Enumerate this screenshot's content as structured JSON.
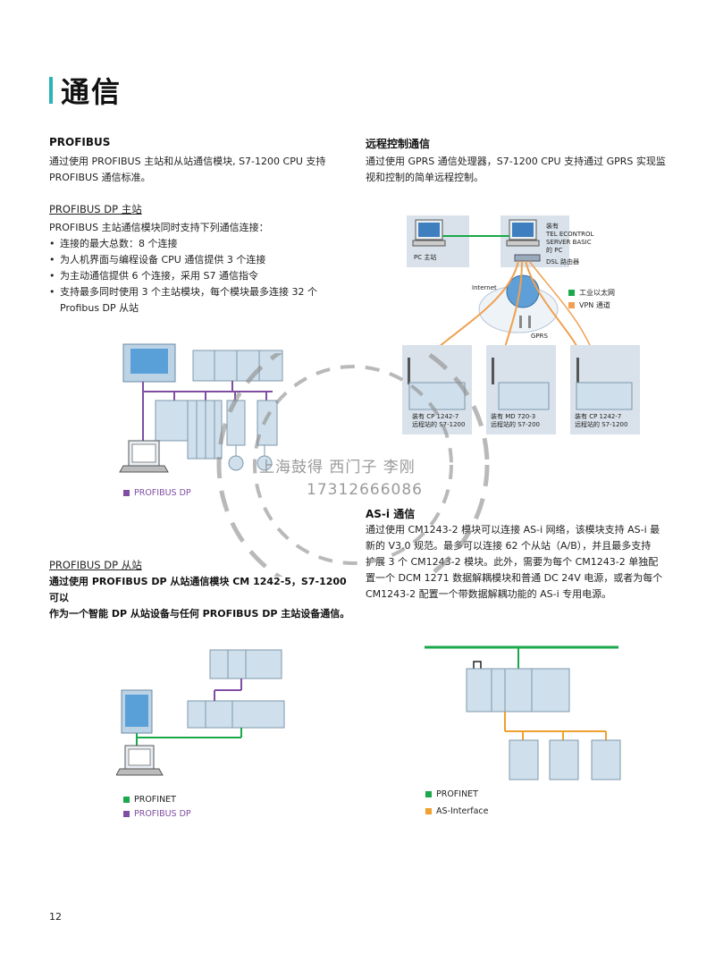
{
  "page": {
    "title": "通信",
    "page_number": "12"
  },
  "profibus": {
    "heading": "PROFIBUS",
    "intro_1": "通过使用 PROFIBUS 主站和从站通信模块, S7-1200 CPU 支持",
    "intro_2": "PROFIBUS 通信标准。",
    "master_heading": "PROFIBUS DP 主站",
    "master_lead": "PROFIBUS 主站通信模块同时支持下列通信连接：",
    "bullets": [
      "连接的最大总数：8 个连接",
      "为人机界面与编程设备 CPU 通信提供 3 个连接",
      "为主动通信提供 6 个连接，采用 S7 通信指令",
      "支持最多同时使用 3 个主站模块，每个模块最多连接 32 个"
    ],
    "bullet_continuation": "Profibus DP 从站",
    "legend_dp": "PROFIBUS DP",
    "slave_heading": "PROFIBUS DP 从站",
    "slave_text_1": "通过使用 PROFIBUS DP 从站通信模块 CM 1242-5，S7-1200 可以",
    "slave_text_2": "作为一个智能 DP 从站设备与任何 PROFIBUS DP 主站设备通信。",
    "legend_profinet": "PROFINET",
    "legend_dp2": "PROFIBUS DP"
  },
  "remote": {
    "heading": "远程控制通信",
    "text_1": "通过使用 GPRS 通信处理器，S7-1200 CPU 支持通过 GPRS 实现监",
    "text_2": "视和控制的简单远程控制。",
    "pc_master": "PC 主站",
    "server_label": "装有\nTEL ECONTROL\nSERVER BASIC\n的 PC",
    "dsl_label": "DSL 路由器",
    "internet": "Internet",
    "gprs": "GPRS",
    "legend_eth": "工业以太网",
    "legend_vpn": "VPN 通道",
    "station_1": "装有 CP 1242-7\n远程站的 S7-1200",
    "station_2": "装有 MD 720-3\n远程站的 S7-200",
    "station_3": "装有 CP 1242-7\n远程站的 S7-1200"
  },
  "asi": {
    "heading": "AS-i 通信",
    "lines": [
      "通过使用 CM1243-2 模块可以连接 AS-i 网络，该模块支持 AS-i 最",
      "新的 V3.0 规范。最多可以连接 62 个从站（A/B），并且最多支持",
      "扩展 3 个 CM1243-2 模块。此外，需要为每个 CM1243-2 单独配",
      "置一个 DCM 1271 数据解耦模块和普通 DC 24V 电源，或者为每个",
      "CM1243-2 配置一个带数据解耦功能的 AS-i 专用电源。"
    ],
    "legend_profinet": "PROFINET",
    "legend_asi": "AS-Interface"
  },
  "watermark": {
    "line1": "上海鼓得  西门子  李刚",
    "line2": "17312666086"
  },
  "colors": {
    "accent": "#2bb3b6",
    "profinet": "#1aa84a",
    "profibus": "#7f4ea3",
    "vpn": "#f0a050",
    "asi": "#f0a030",
    "panel": "#d9e2ea"
  }
}
